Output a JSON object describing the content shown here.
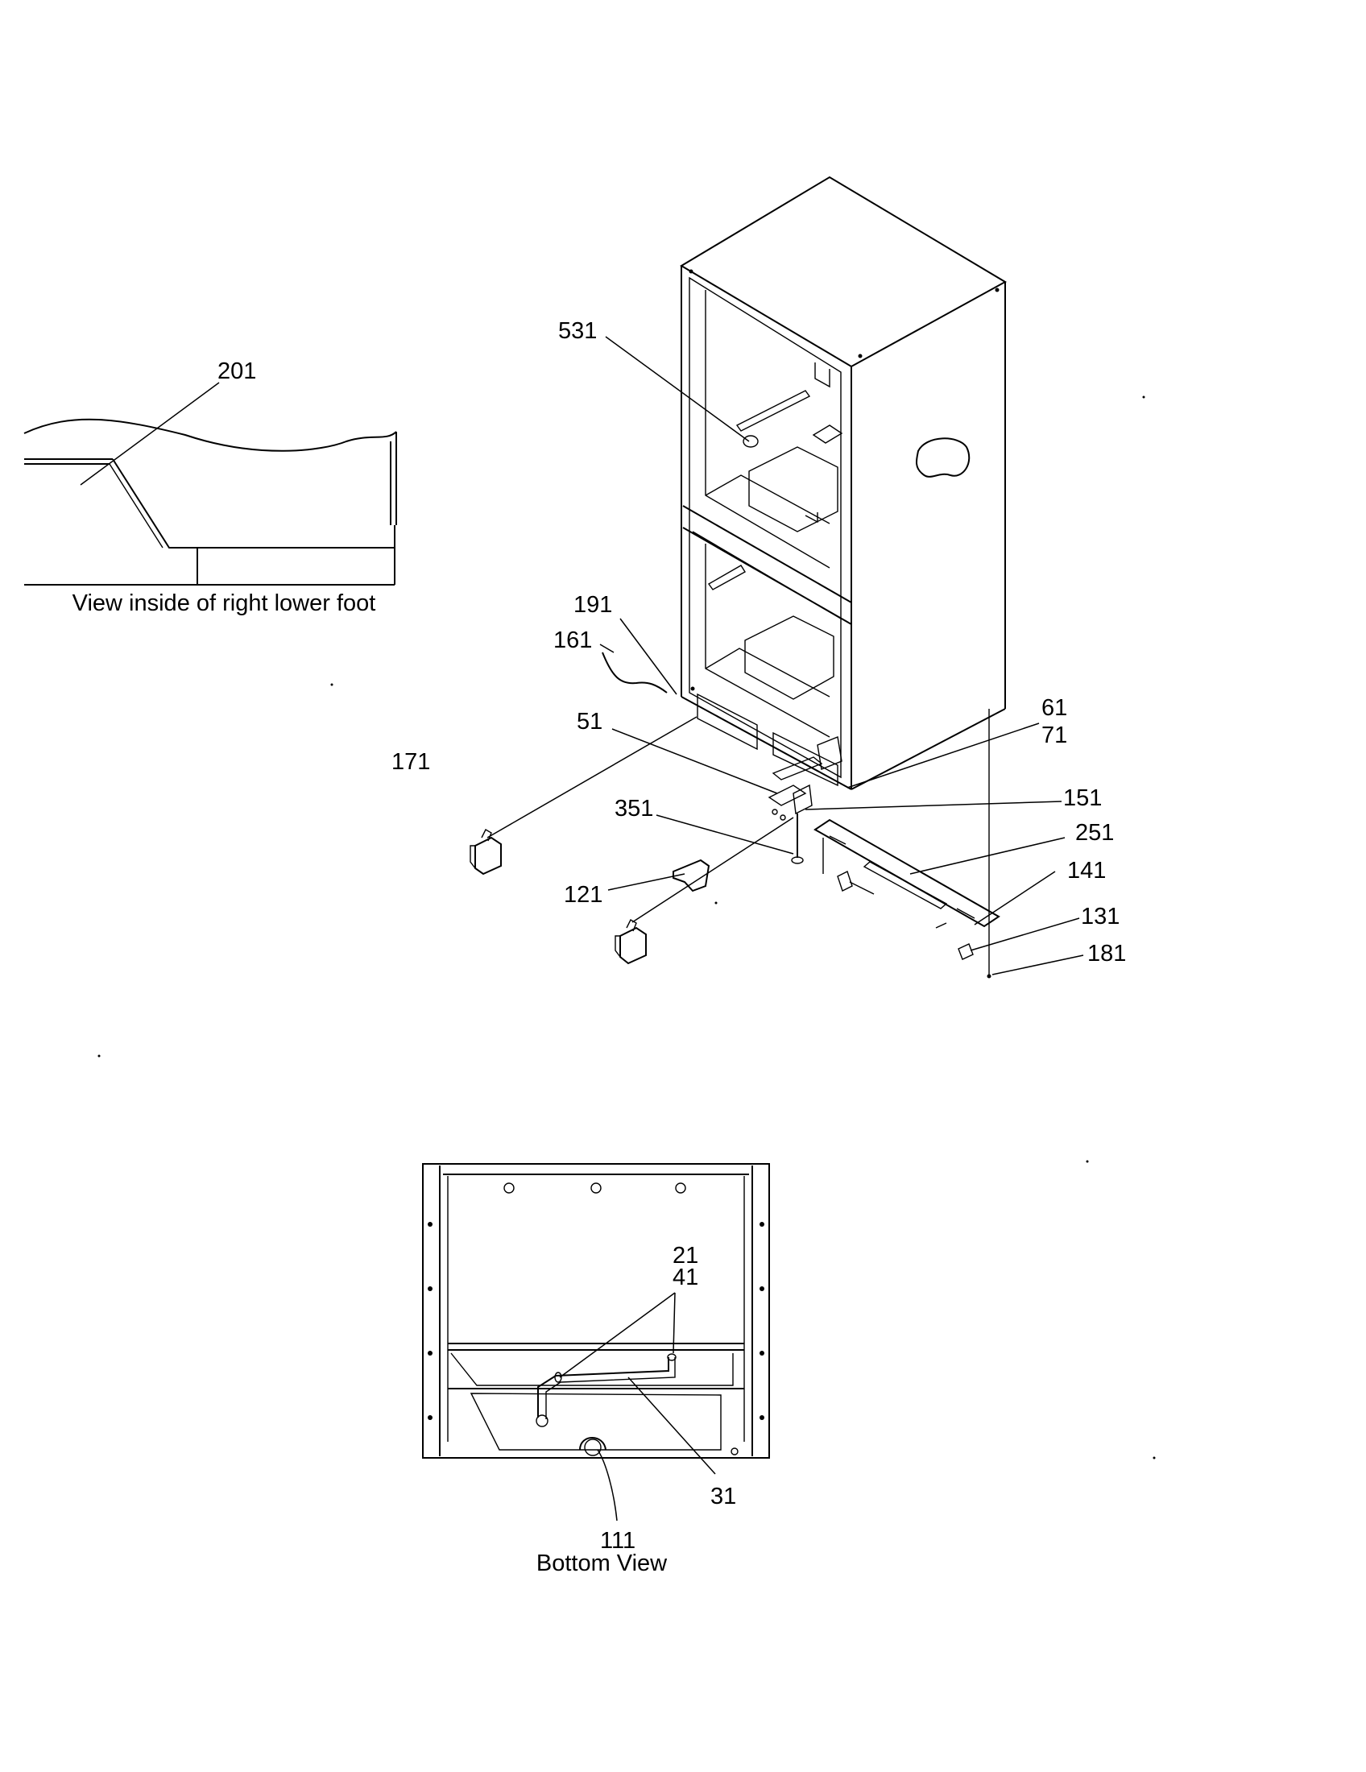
{
  "captions": {
    "inset": "View inside of right lower foot",
    "bottom": "Bottom View"
  },
  "callouts": {
    "c201": "201",
    "c531": "531",
    "c191": "191",
    "c161": "161",
    "c61": "61",
    "c71": "71",
    "c51": "51",
    "c171": "171",
    "c151": "151",
    "c351": "351",
    "c251": "251",
    "c141": "141",
    "c121": "121",
    "c131": "131",
    "c181": "181",
    "c21": "21",
    "c41": "41",
    "c31": "31",
    "c111": "111"
  }
}
